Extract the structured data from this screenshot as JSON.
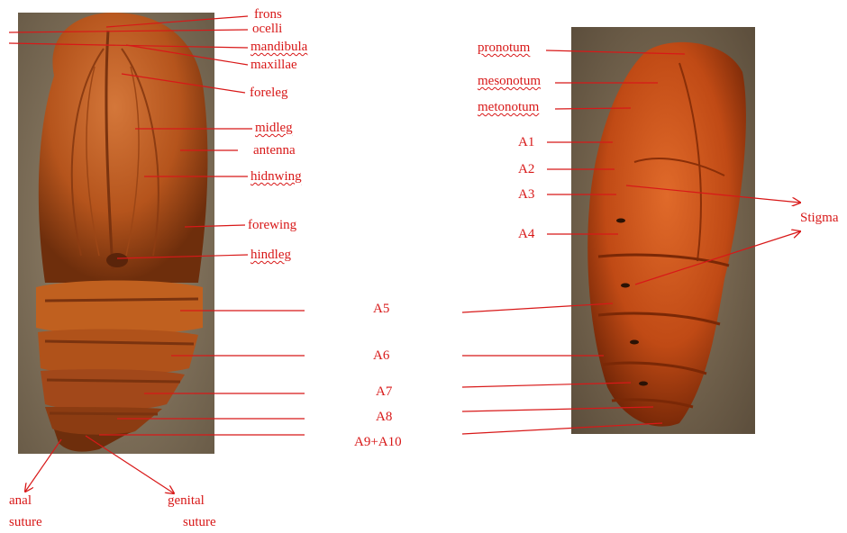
{
  "ventral_labels": {
    "frons": "frons",
    "ocelli": "ocelli",
    "mandibula": "mandibula",
    "maxillae": "maxillae",
    "foreleg": "foreleg",
    "midleg": "midleg",
    "antenna": "antenna",
    "hindwing": "hidnwing",
    "forewing": "forewing",
    "hindleg": "hindleg"
  },
  "segment_labels": {
    "a5": "A5",
    "a6": "A6",
    "a7": "A7",
    "a8": "A8",
    "a9_a10": "A9+A10"
  },
  "bottom_labels": {
    "anal_suture": [
      "anal",
      "suture"
    ],
    "genital_suture": [
      "genital",
      "suture"
    ]
  },
  "lateral_labels": {
    "pronotum": "pronotum",
    "mesonotum": "mesonotum",
    "metonotum": "metonotum",
    "a1": "A1",
    "a2": "A2",
    "a3": "A3",
    "a4": "A4",
    "stigma": "Stigma"
  },
  "colors": {
    "label": "#d81818",
    "cuticle": "#b5541c",
    "background": "#ffffff"
  }
}
